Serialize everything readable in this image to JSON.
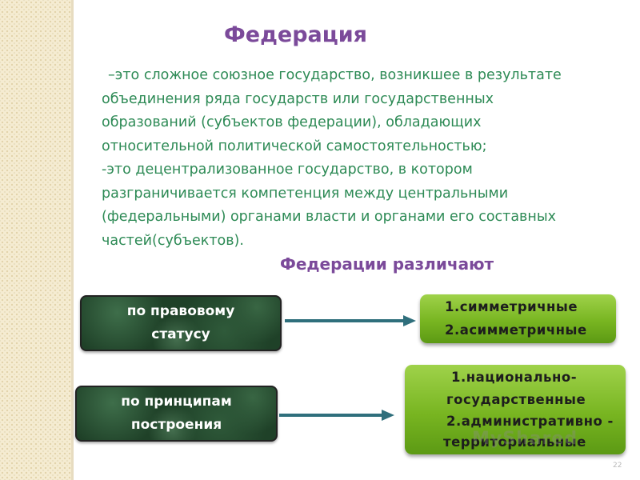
{
  "title": "Федерация",
  "definition_lines": [
    "–это сложное союзное государство, возникшее в результате",
    "объединения ряда государств или государственных",
    "образований (субъектов федерации), обладающих",
    "относительной политической самостоятельностью;",
    "-это децентрализованное государство, в котором",
    "разграничивается компетенция между центральными",
    "(федеральными) органами власти и органами его составных",
    "частей(субъектов)."
  ],
  "subtitle": "Федерации различают",
  "criteria": [
    {
      "label_lines": [
        "по правовому",
        "статусу"
      ],
      "types": [
        "1.симметричные",
        "2.асимметричные"
      ]
    },
    {
      "label_lines": [
        "по принципам",
        "построения"
      ],
      "types": [
        "1.национально-",
        "государственные",
        "2.административно -",
        "территориальные"
      ]
    }
  ],
  "watermark": "MyShared",
  "page_number": "22",
  "colors": {
    "title": "#7b4a9a",
    "body_text": "#2d8a55",
    "dark_box": "#1f4128",
    "green_box": "#78b521",
    "arrow": "#2f6f7c"
  }
}
